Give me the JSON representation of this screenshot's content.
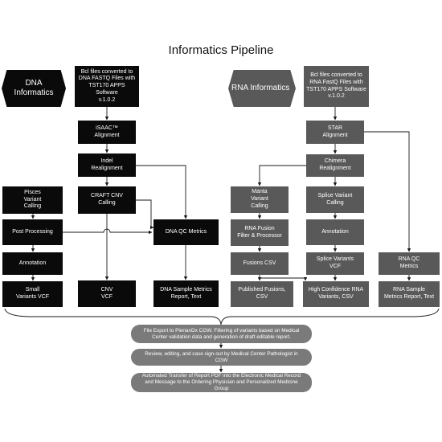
{
  "title": "Informatics Pipeline",
  "dna": {
    "header": "DNA Informatics",
    "bcl": "Bcl files converted to\nDNA FASTQ Files with\nTST170 APPS Software\nv.1.0.2",
    "isaac": "iSAAC™\nAlignment",
    "indel": "Indel\nRealignment",
    "craft": "CRAFT CNV\nCalling",
    "pisces": "Pisces\nVariant\nCalling",
    "post": "Post Processing",
    "annotation": "Annotation",
    "small_vcf": "Small\nVariants VCF",
    "cnv_vcf": "CNV\nVCF",
    "qc": "DNA QC Metrics",
    "report": "DNA Sample Metrics\nReport, Text"
  },
  "rna": {
    "header": "RNA Informatics",
    "bcl": "Bcl files converted to\nRNA FastQ Files  with\nTST170 APPS Software\nv.1.0.2",
    "star": "STAR\nAlignment",
    "chimera": "Chimera\nRealignment",
    "manta": "Manta\nVariant\nCalling",
    "splice": "Splice Variant\nCalling",
    "fusion_filter": "RNA Fusion\nFilter & Processor",
    "annotation": "Annotation",
    "fusions_csv": "Fusions CSV",
    "splice_vcf": "Splice Variants\nVCF",
    "qc": "RNA QC\nMetrics",
    "published": "Published Fusions, CSV",
    "high_conf": "High Confidence RNA\nVariants, CSV",
    "report": "RNA Sample\nMetrics Report, Text"
  },
  "bottom": {
    "step1": "File Export to PierianDx CGW. Filtering of variants based on Medical\nCenter validation data and generation of draft editable report.",
    "step2": "Review, editing, and case  sign-out by Medical Center Pathologist in CGW",
    "step3": "Automated Transfer of Report PDF into the Electronic Medical Record\nand Message to the Ordering Physician and Personalized Medicine Group"
  },
  "colors": {
    "dna_box": "#0a0a0a",
    "rna_box": "#595959",
    "bottom_box": "#7a7a7a",
    "connector": "#1a1a1a"
  }
}
